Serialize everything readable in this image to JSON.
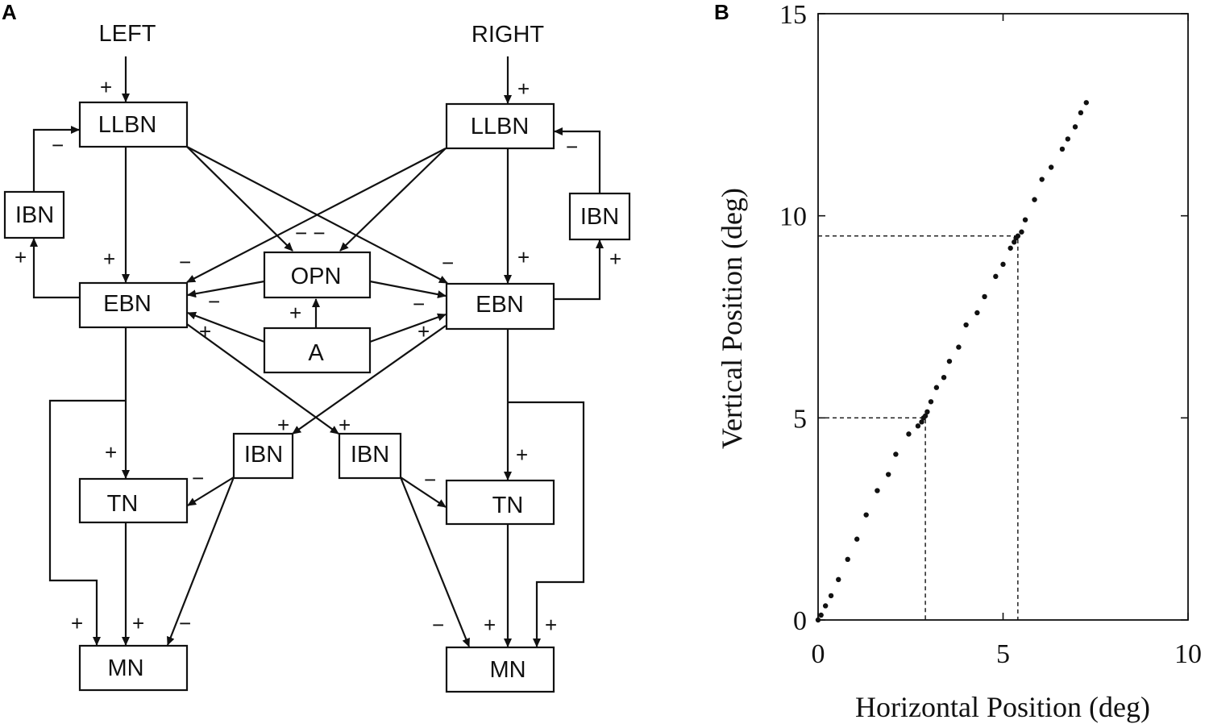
{
  "panel_a": {
    "label": "A",
    "inputs": {
      "left": "LEFT",
      "right": "RIGHT"
    },
    "nodes": {
      "llbn_left": "LLBN",
      "llbn_right": "LLBN",
      "ibn_upper_left": "IBN",
      "ibn_upper_right": "IBN",
      "opn": "OPN",
      "ebn_left": "EBN",
      "ebn_right": "EBN",
      "a": "A",
      "ibn_lower_left": "IBN",
      "ibn_lower_right": "IBN",
      "tn_left": "TN",
      "tn_right": "TN",
      "mn_left": "MN",
      "mn_right": "MN"
    },
    "signs": {
      "plus": "+",
      "minus": "−",
      "minus_pair": "− −"
    }
  },
  "panel_b": {
    "label": "B",
    "chart_data": {
      "type": "scatter",
      "title": "",
      "xlabel": "Horizontal Position (deg)",
      "ylabel": "Vertical Position (deg)",
      "xlim": [
        0,
        10
      ],
      "ylim": [
        0,
        15
      ],
      "xticks": [
        "0",
        "5",
        "10"
      ],
      "yticks": [
        "0",
        "5",
        "10",
        "15"
      ],
      "grid": false,
      "series": [
        {
          "x": [
            0.0,
            0.08,
            0.2,
            0.35,
            0.55,
            0.8,
            1.05,
            1.3,
            1.6,
            1.9,
            2.1,
            2.45,
            2.7,
            2.8,
            2.85,
            2.9,
            2.95,
            3.05,
            3.2,
            3.4,
            3.55,
            3.8,
            4.0,
            4.3,
            4.5,
            4.8,
            5.0,
            5.2,
            5.3,
            5.35,
            5.4,
            5.5,
            5.6,
            5.85,
            6.05,
            6.3,
            6.6,
            6.75,
            6.95,
            7.1,
            7.25
          ],
          "y": [
            0.0,
            0.12,
            0.35,
            0.6,
            1.0,
            1.5,
            2.0,
            2.6,
            3.2,
            3.6,
            4.1,
            4.6,
            4.8,
            4.9,
            5.0,
            5.05,
            5.15,
            5.4,
            5.75,
            6.0,
            6.4,
            6.75,
            7.3,
            7.6,
            8.0,
            8.5,
            8.8,
            9.2,
            9.35,
            9.45,
            9.5,
            9.6,
            9.9,
            10.4,
            10.9,
            11.2,
            11.65,
            11.9,
            12.2,
            12.55,
            12.8
          ]
        }
      ],
      "annotations": [
        {
          "type": "dashed-guide",
          "x": 2.9,
          "y": 5.0
        },
        {
          "type": "dashed-guide",
          "x": 5.4,
          "y": 9.5
        }
      ]
    }
  }
}
